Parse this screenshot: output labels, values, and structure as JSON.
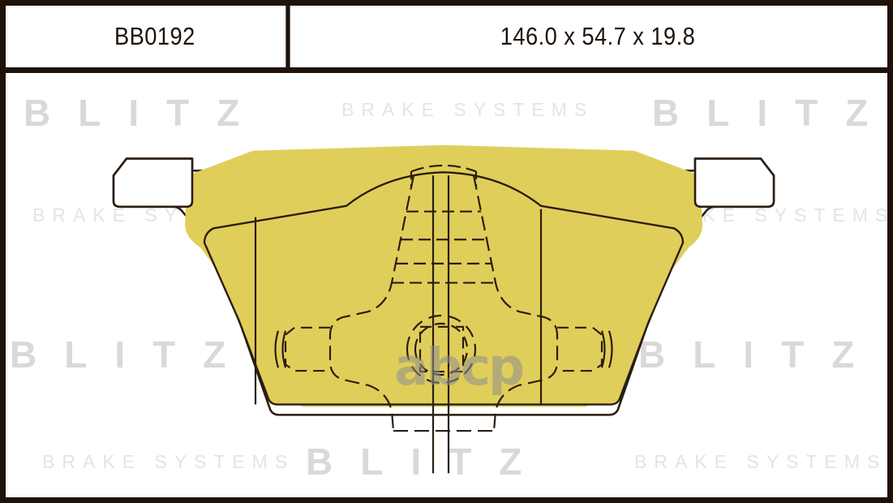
{
  "document": {
    "type": "product-diagram",
    "subject": "brake-pad"
  },
  "header": {
    "part_number": "BB0192",
    "dimensions": "146.0 x 54.7 x 19.8"
  },
  "watermarks": {
    "brand": "BLITZ",
    "tagline": "BRAKE SYSTEMS",
    "logo": "abcp",
    "brand_color": "#d9d9d9",
    "tagline_color": "#e4e4e4",
    "logo_color": "#8f8f8f"
  },
  "colors": {
    "frame": "#1e1209",
    "outline": "#2b1d10",
    "friction_material": "#e0ce5a",
    "backing_plate": "#ffffff",
    "background": "#ffffff"
  },
  "diagram": {
    "friction_pad_label": "friction-material",
    "backing_plate_label": "backing-plate",
    "left_ear_label": "left-mounting-ear",
    "right_ear_label": "right-mounting-ear",
    "hardware_label": "center-retaining-clip"
  }
}
